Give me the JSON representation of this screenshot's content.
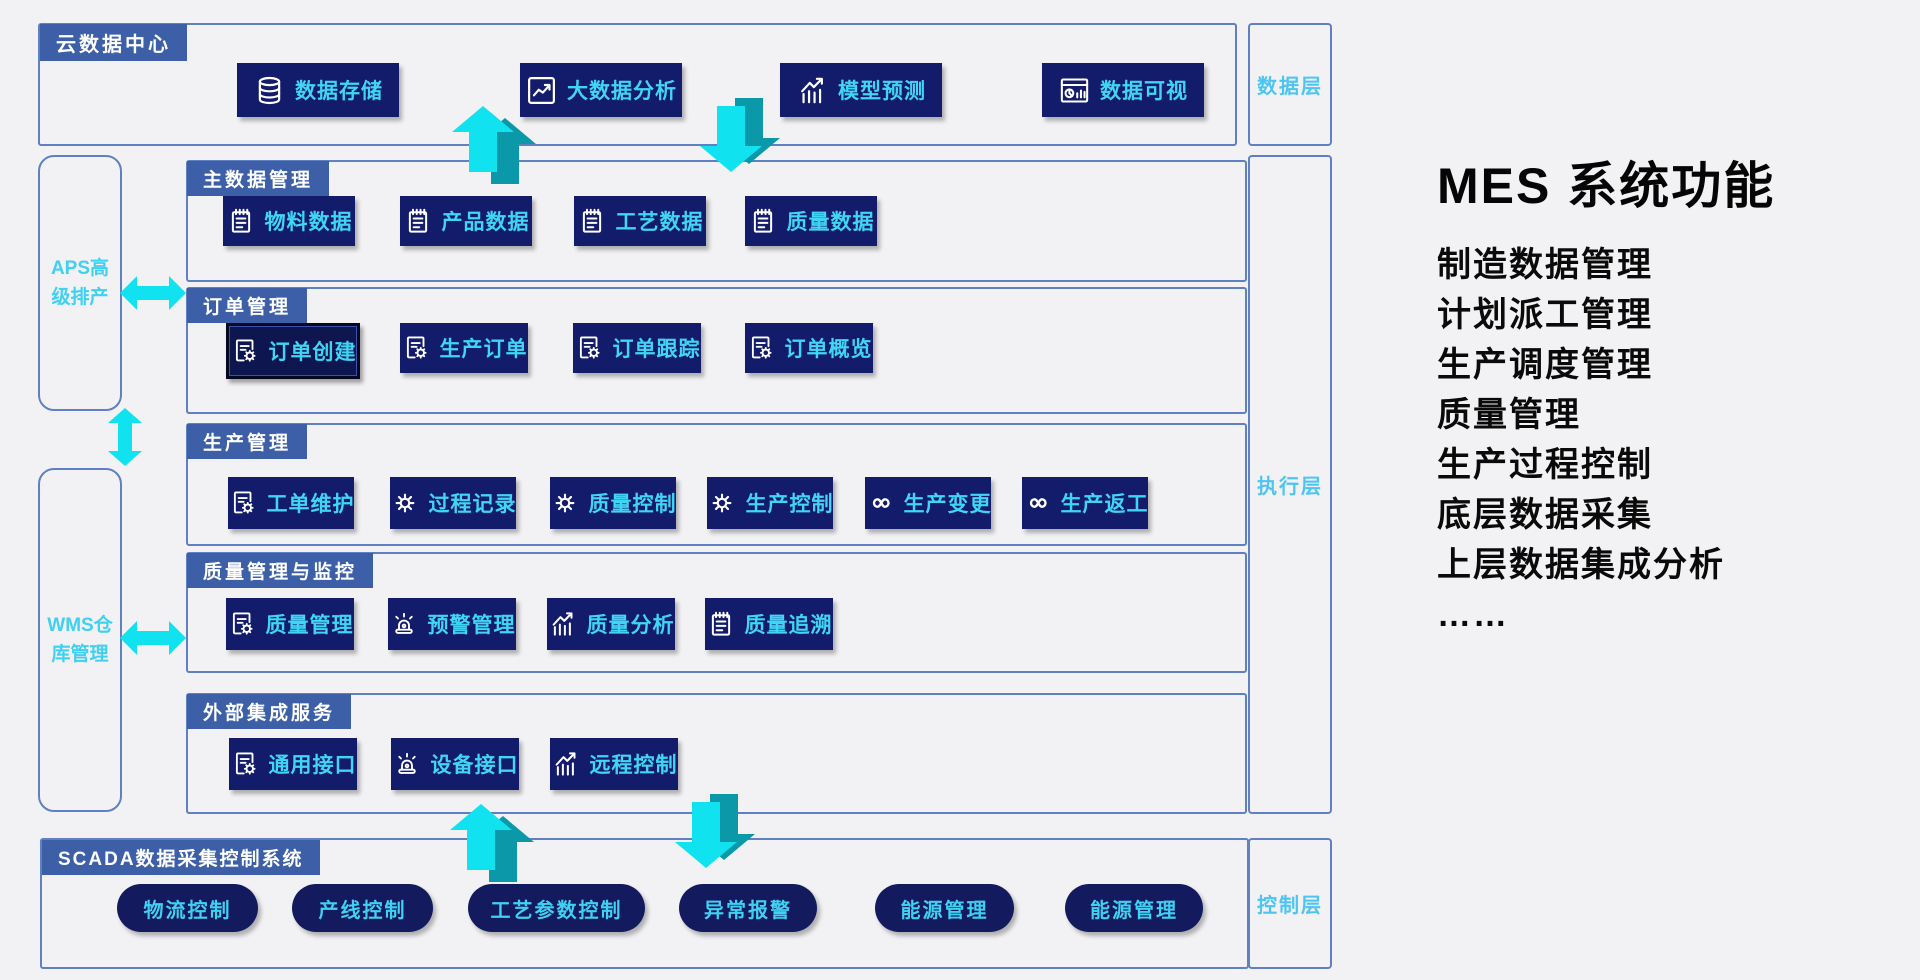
{
  "cloud": {
    "title": "云数据中心",
    "buttons": [
      {
        "label": "数据存储",
        "icon": "database-icon"
      },
      {
        "label": "大数据分析",
        "icon": "line-chart-icon"
      },
      {
        "label": "模型预测",
        "icon": "trend-bar-chart-icon"
      },
      {
        "label": "数据可视",
        "icon": "dashboard-icon"
      }
    ]
  },
  "layers": {
    "data_layer": "数据层",
    "execution_layer": "执行层",
    "control_layer": "控制层"
  },
  "left_systems": {
    "aps": "APS高级排产",
    "wms": "WMS仓库管理"
  },
  "exec_rows": [
    {
      "title": "主数据管理",
      "buttons": [
        {
          "label": "物料数据",
          "icon": "notepad-icon"
        },
        {
          "label": "产品数据",
          "icon": "notepad-icon"
        },
        {
          "label": "工艺数据",
          "icon": "notepad-icon"
        },
        {
          "label": "质量数据",
          "icon": "notepad-icon"
        }
      ]
    },
    {
      "title": "订单管理",
      "buttons": [
        {
          "label": "订单创建",
          "icon": "document-gear-icon"
        },
        {
          "label": "生产订单",
          "icon": "document-gear-icon"
        },
        {
          "label": "订单跟踪",
          "icon": "document-gear-icon"
        },
        {
          "label": "订单概览",
          "icon": "document-gear-icon"
        }
      ]
    },
    {
      "title": "生产管理",
      "buttons": [
        {
          "label": "工单维护",
          "icon": "document-gear-icon"
        },
        {
          "label": "过程记录",
          "icon": "gear-icon"
        },
        {
          "label": "质量控制",
          "icon": "gear-icon"
        },
        {
          "label": "生产控制",
          "icon": "gear-icon"
        },
        {
          "label": "生产变更",
          "icon": "infinity-icon"
        },
        {
          "label": "生产返工",
          "icon": "infinity-icon"
        }
      ]
    },
    {
      "title": "质量管理与监控",
      "buttons": [
        {
          "label": "质量管理",
          "icon": "document-gear-icon"
        },
        {
          "label": "预警管理",
          "icon": "siren-icon"
        },
        {
          "label": "质量分析",
          "icon": "trend-bar-chart-icon"
        },
        {
          "label": "质量追溯",
          "icon": "notepad-icon"
        }
      ]
    },
    {
      "title": "外部集成服务",
      "buttons": [
        {
          "label": "通用接口",
          "icon": "document-gear-icon"
        },
        {
          "label": "设备接口",
          "icon": "siren-icon"
        },
        {
          "label": "远程控制",
          "icon": "trend-bar-chart-icon"
        }
      ]
    }
  ],
  "scada": {
    "title": "SCADA数据采集控制系统",
    "buttons": [
      {
        "label": "物流控制"
      },
      {
        "label": "产线控制"
      },
      {
        "label": "工艺参数控制"
      },
      {
        "label": "异常报警"
      },
      {
        "label": "能源管理"
      },
      {
        "label": "能源管理"
      }
    ]
  },
  "side_panel": {
    "title": "MES 系统功能",
    "items": [
      "制造数据管理",
      "计划派工管理",
      "生产调度管理",
      "质量管理",
      "生产过程控制",
      "底层数据采集",
      "上层数据集成分析",
      "……"
    ]
  },
  "colors": {
    "button_navy": "#131c6b",
    "cyan_text": "#40d5f5",
    "tab_blue": "#3c5fa8",
    "border_blue": "#6080c4",
    "arrow_cyan": "#10e2ef",
    "arrow_teal": "#0b98a8",
    "panel_text": "#0a0a0a"
  }
}
